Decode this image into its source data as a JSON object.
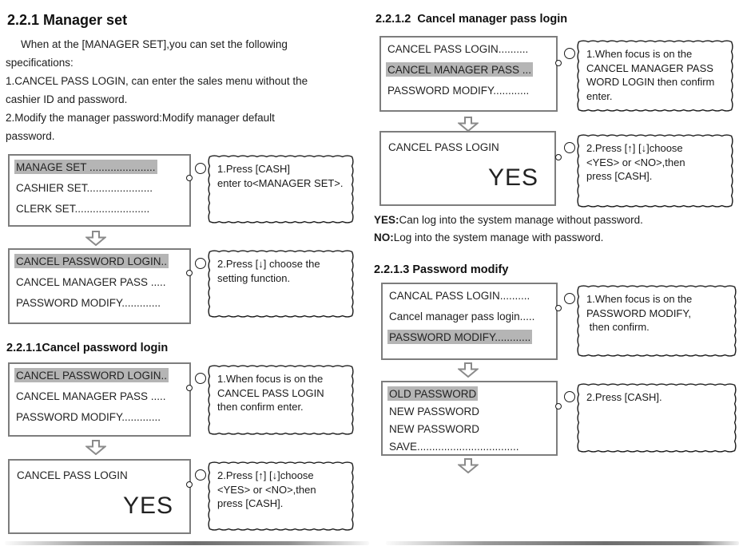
{
  "colors": {
    "highlight": "#b5b5b5",
    "screen_border": "#7d7d7d",
    "bubble_border": "#1a1a1a",
    "arrow_outline": "#8a8a8a"
  },
  "sections": {
    "s221": {
      "heading": "2.2.1 Manager set"
    },
    "s2211": {
      "heading": "2.2.1.1Cancel password login"
    },
    "s2212": {
      "heading": "2.2.1.2  Cancel manager pass login"
    },
    "s2213": {
      "heading": "2.2.1.3 Password modify"
    }
  },
  "intro": {
    "l1": "When at the [MANAGER SET],you can set the following",
    "l2": "specifications:",
    "l3": "1.CANCEL PASS LOGIN, can enter the sales menu without the",
    "l4": "cashier ID and password.",
    "l5": "2.Modify the manager password:Modify manager default",
    "l6": "password."
  },
  "screens": {
    "manager_menu": {
      "r1": "MANAGE SET ......................",
      "r2": "CASHIER SET......................",
      "r3": "CLERK SET........................."
    },
    "set_menu": {
      "r1": "CANCEL PASSWORD LOGIN..",
      "r2": "CANCEL MANAGER PASS .....",
      "r3": "PASSWORD MODIFY............."
    },
    "cancel_login": {
      "label": "CANCEL PASS LOGIN",
      "value": "YES"
    },
    "right_menu": {
      "r1": "CANCEL PASS LOGIN..........",
      "r2": "CANCEL MANAGER PASS ...",
      "r3": "PASSWORD MODIFY............"
    },
    "modify_menu": {
      "r1": "CANCAL PASS LOGIN..........",
      "r2": "Cancel manager pass login.....",
      "r3": "PASSWORD MODIFY............"
    },
    "password_form": {
      "r1": "OLD PASSWORD",
      "r2": "NEW PASSWORD",
      "r3": "NEW PASSWORD",
      "r4": "SAVE.................................."
    }
  },
  "callouts": {
    "c1": {
      "l1": "1.Press [CASH]",
      "l2": "enter to<MANAGER SET>."
    },
    "c2": {
      "l1": "2.Press [↓] choose the",
      "l2": "setting function."
    },
    "c3": {
      "l1": "1.When focus is on the",
      "l2": "CANCEL PASS LOGIN",
      "l3": "then confirm enter."
    },
    "c4": {
      "l1": "2.Press [↑] [↓]choose",
      "l2": "<YES> or <NO>,then",
      "l3": "press [CASH]."
    },
    "r1": {
      "l1": "1.When focus is on the",
      "l2": "CANCEL MANAGER PASS",
      "l3": "WORD LOGIN then confirm",
      "l4": "enter."
    },
    "r2": {
      "l1": "2.Press [↑] [↓]choose",
      "l2": "<YES> or <NO>,then",
      "l3": "press [CASH]."
    },
    "r3": {
      "l1": "1.When focus is on the",
      "l2": "PASSWORD MODIFY,",
      "l3": " then confirm."
    },
    "r4": {
      "l1": "2.Press [CASH]."
    }
  },
  "notes": {
    "yes": {
      "prefix": "YES:",
      "text": "Can log into the system manage without password."
    },
    "no": {
      "prefix": "NO:",
      "text": "Log into the system manage with password."
    }
  }
}
